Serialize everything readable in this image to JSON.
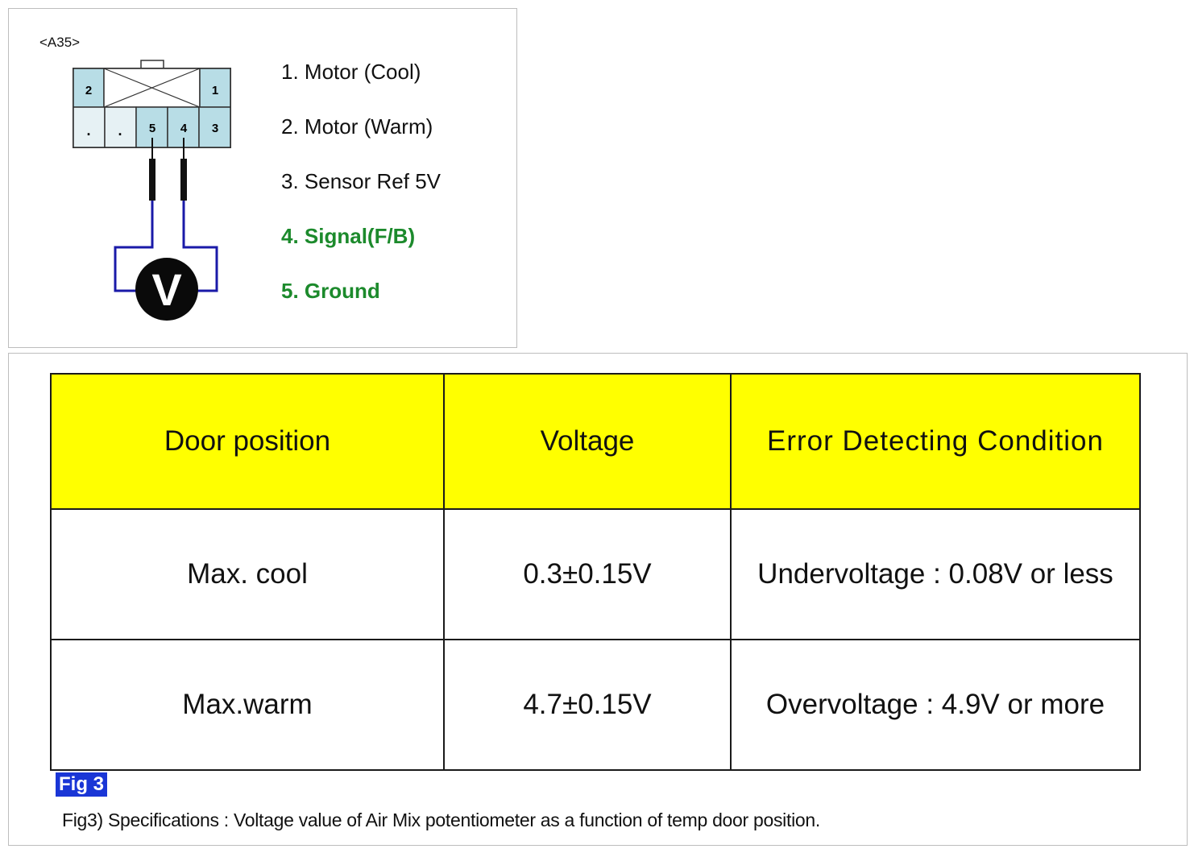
{
  "connector": {
    "label": "<A35>",
    "pin_numbers": {
      "p1": "1",
      "p2": "2",
      "p3": "3",
      "p4": "4",
      "p5": "5",
      "dot_a": ".",
      "dot_b": "."
    },
    "meter_symbol": "V",
    "pins": [
      {
        "text": "1. Motor (Cool)",
        "highlight": false
      },
      {
        "text": "2. Motor (Warm)",
        "highlight": false
      },
      {
        "text": "3. Sensor Ref 5V",
        "highlight": false
      },
      {
        "text": "4. Signal(F/B)",
        "highlight": true
      },
      {
        "text": "5. Ground",
        "highlight": true
      }
    ],
    "colors": {
      "connector_fill": "#b8dde6",
      "connector_fill_light": "#e6f1f4",
      "wire_probe": "#1a1aa8",
      "wire_lead": "#111111",
      "highlight_text": "#1c8a2c"
    }
  },
  "table": {
    "header_color": "#ffff00",
    "headers": [
      "Door position",
      "Voltage",
      "Error Detecting Condition"
    ],
    "rows": [
      [
        "Max. cool",
        "0.3±0.15V",
        "Undervoltage : 0.08V or less"
      ],
      [
        "Max.warm",
        "4.7±0.15V",
        "Overvoltage : 4.9V or more"
      ]
    ]
  },
  "figure": {
    "tag": "Fig 3",
    "caption": "Fig3) Specifications : Voltage value of Air Mix potentiometer as a function of temp door position."
  }
}
